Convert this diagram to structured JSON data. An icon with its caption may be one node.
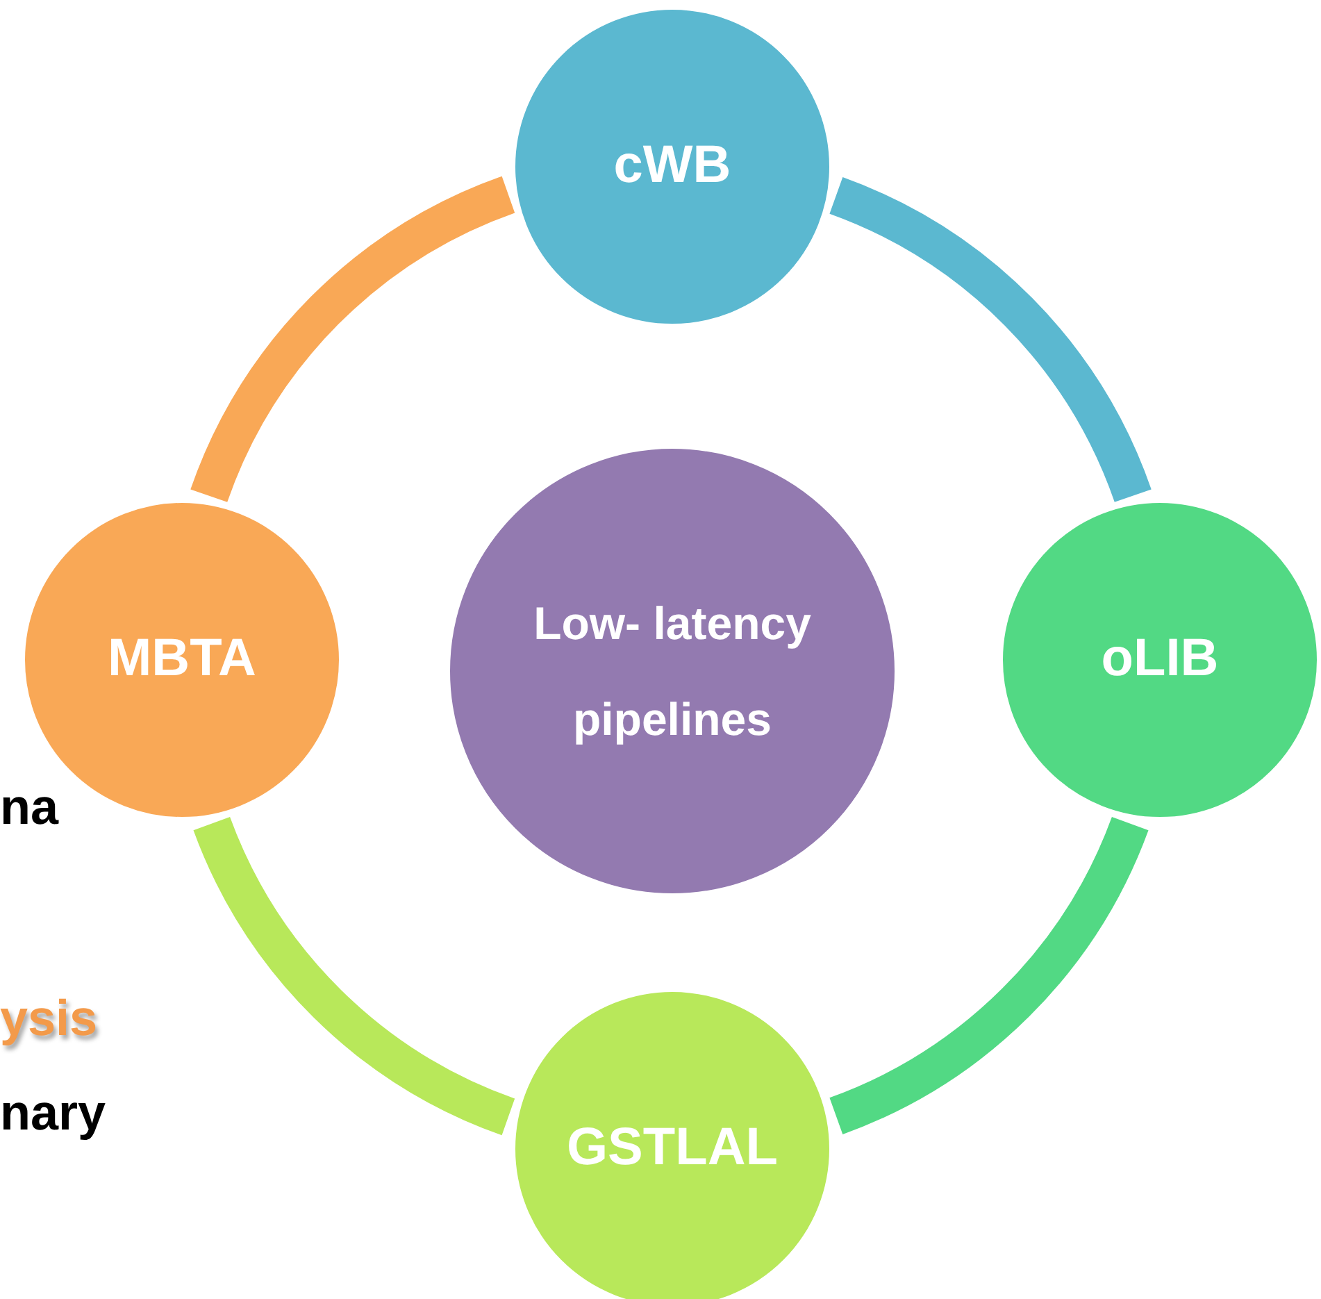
{
  "diagram": {
    "nodes": [
      {
        "text": [
          "cWB"
        ]
      },
      {
        "text": [
          "oLIB"
        ]
      },
      {
        "text": [
          "GSTLAL"
        ]
      },
      {
        "text": [
          "MBTA"
        ]
      },
      {
        "text": [
          "Low- latency pipelines"
        ]
      }
    ],
    "edges": [
      {
        "from": 0,
        "to": 1,
        "arrow": "none",
        "color": "#5bb8d0"
      },
      {
        "from": 1,
        "to": 2,
        "arrow": "none",
        "color": "#52d984"
      },
      {
        "from": 2,
        "to": 3,
        "arrow": "none",
        "color": "#b8e85a"
      },
      {
        "from": 3,
        "to": 0,
        "arrow": "none",
        "color": "#f9a856"
      }
    ],
    "labels": [
      "na",
      "ysis",
      "nary"
    ]
  }
}
